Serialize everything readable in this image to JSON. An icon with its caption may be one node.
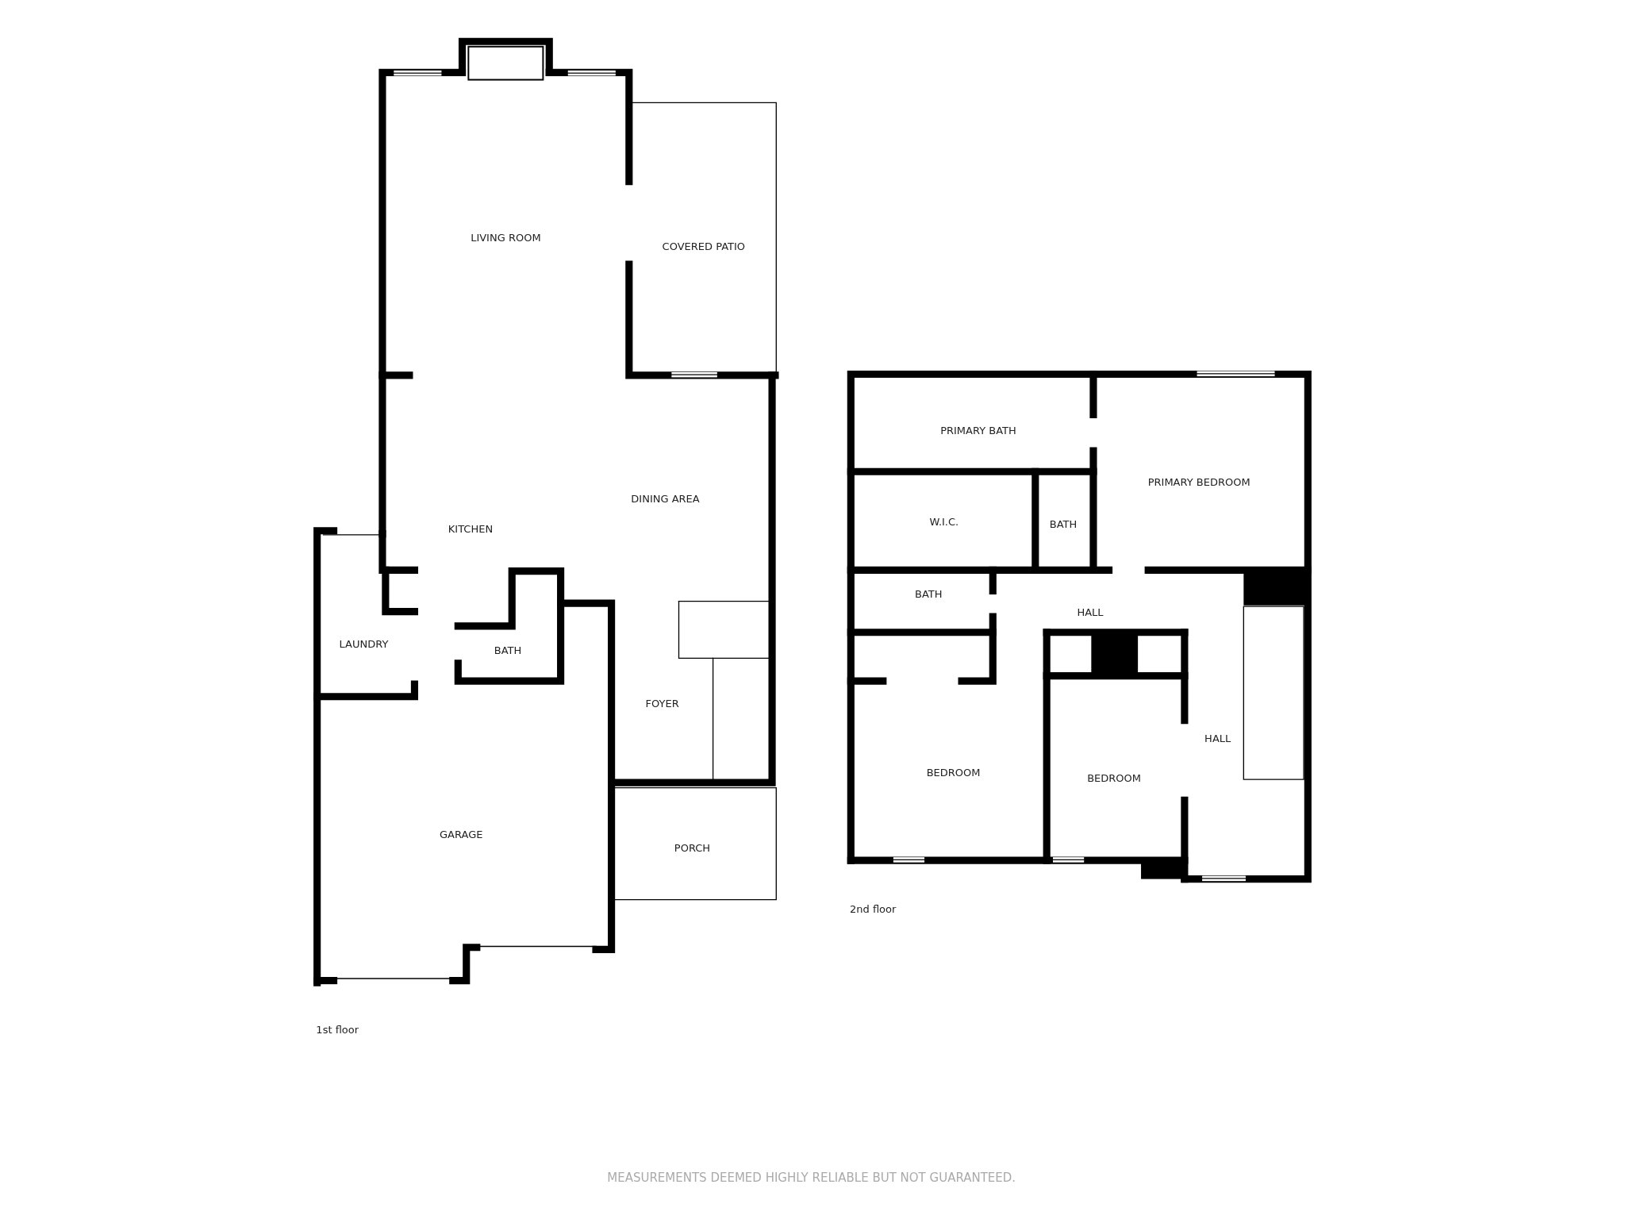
{
  "diagram": {
    "labels": [
      "LIVING ROOM",
      "COVERED PATIO",
      "PRIMARY BATH",
      "PRIMARY BEDROOM",
      "DINING AREA",
      "W.I.C.",
      "BATH",
      "KITCHEN",
      "BATH",
      "HALL",
      "LAUNDRY",
      "BATH",
      "FOYER",
      "HALL",
      "BEDROOM",
      "BEDROOM",
      "GARAGE",
      "PORCH",
      "2nd floor",
      "1st floor",
      "MEASUREMENTS DEEMED HIGHLY RELIABLE BUT NOT GUARANTEED."
    ]
  }
}
